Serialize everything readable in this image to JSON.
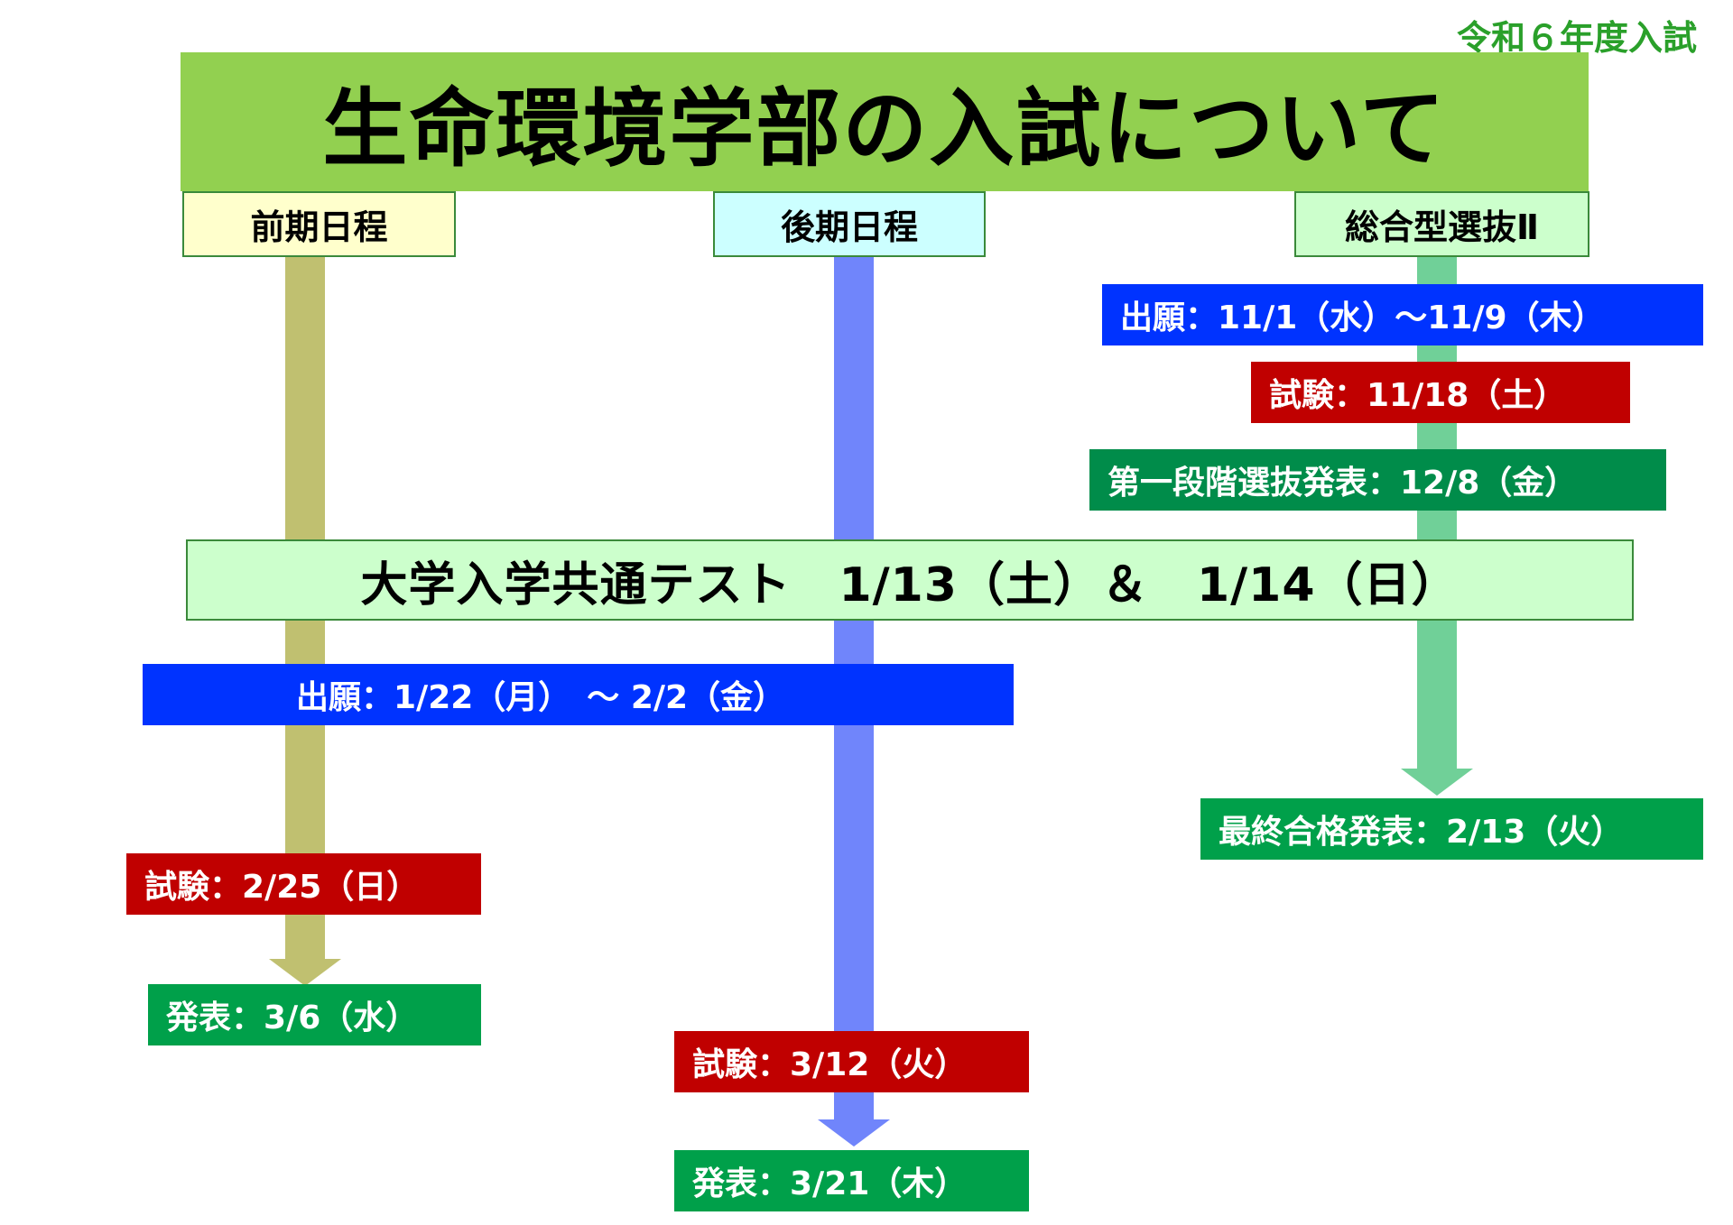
{
  "year_label": "令和６年度入試",
  "title": "生命環境学部の入試について",
  "tracks": {
    "zenki": {
      "header": "前期日程",
      "exam": "試験：2/25（日）",
      "announce": "発表：3/6（水）"
    },
    "koki": {
      "header": "後期日程",
      "exam": "試験：3/12（火）",
      "announce": "発表：3/21（木）"
    },
    "sogo": {
      "header": "総合型選抜Ⅱ",
      "application": "出願：11/1（水）～11/9（木）",
      "exam": "試験：11/18（土）",
      "first_stage": "第一段階選抜発表：12/8（金）",
      "final": "最終合格発表：2/13（火）"
    }
  },
  "common_test": "大学入学共通テスト　1/13（土）＆　1/14（日）",
  "general_application": "出願：1/22（月）　～ 2/2（金）",
  "colors": {
    "title_bg": "#92d050",
    "zenki_arrow": "#c0c070",
    "koki_arrow": "#7085fb",
    "sogo_arrow": "#70d098",
    "application": "#0033ff",
    "exam": "#c00000",
    "announce": "#00a04a"
  }
}
